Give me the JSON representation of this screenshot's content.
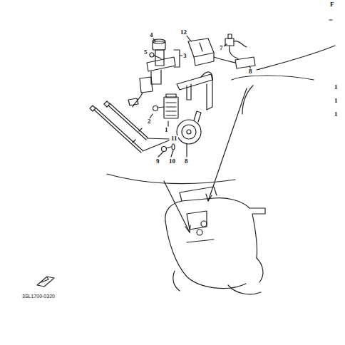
{
  "diagram": {
    "labels": [
      "F",
      "4",
      "12",
      "7",
      "5",
      "3",
      "8",
      "1",
      "1",
      "1",
      "2",
      "1",
      "11",
      "9",
      "10",
      "8",
      "3SL1700-0320"
    ]
  }
}
